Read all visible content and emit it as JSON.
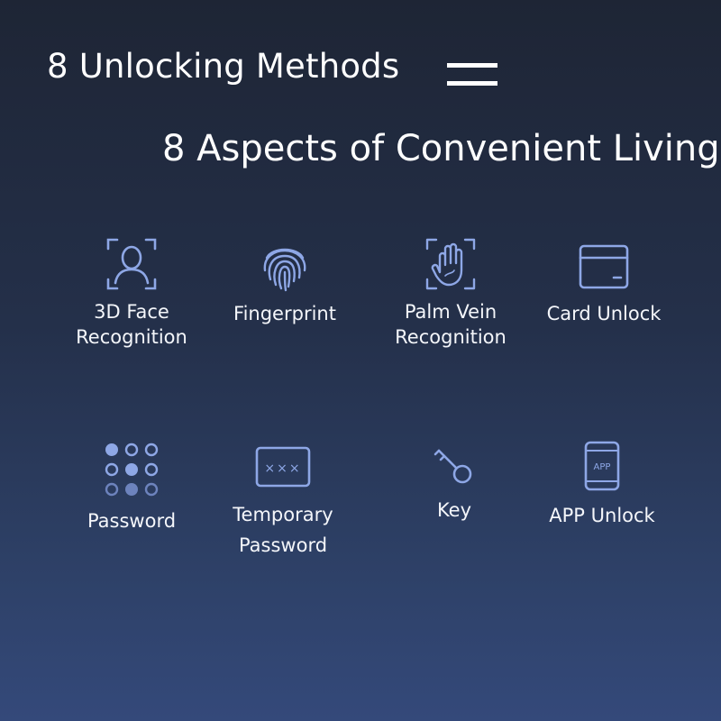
{
  "headline": {
    "line1": "8 Unlocking Methods",
    "line2": "8 Aspects of Convenient Living"
  },
  "colors": {
    "icon": "#8ea7e6",
    "icon_light": "#b9c8f0",
    "text": "#f4f6fa"
  },
  "methods": [
    {
      "icon": "face-scan-icon",
      "label_lines": [
        "3D Face",
        "Recognition"
      ]
    },
    {
      "icon": "fingerprint-icon",
      "label_lines": [
        "Fingerprint"
      ]
    },
    {
      "icon": "palm-scan-icon",
      "label_lines": [
        "Palm Vein",
        "Recognition"
      ]
    },
    {
      "icon": "card-icon",
      "label_lines": [
        "Card Unlock"
      ]
    },
    {
      "icon": "keypad-icon",
      "label_lines": [
        "Password"
      ]
    },
    {
      "icon": "temp-password-icon",
      "label_lines": [
        "Temporary",
        "Password"
      ],
      "icon_text": "×××"
    },
    {
      "icon": "key-icon",
      "label_lines": [
        "Key"
      ]
    },
    {
      "icon": "phone-app-icon",
      "label_lines": [
        "APP Unlock"
      ],
      "icon_text": "APP"
    }
  ]
}
